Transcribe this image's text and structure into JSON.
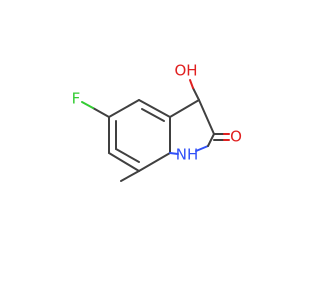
{
  "molecule": {
    "atoms": {
      "fluorine": "F",
      "hydroxyl": "OH",
      "carbonyl_oxygen": "O",
      "amine": "NH"
    },
    "colors": {
      "bond": "#404040",
      "oxygen": "#e02020",
      "fluorine": "#33cc33",
      "nitrogen": "#3050f8",
      "background": "#ffffff"
    }
  }
}
